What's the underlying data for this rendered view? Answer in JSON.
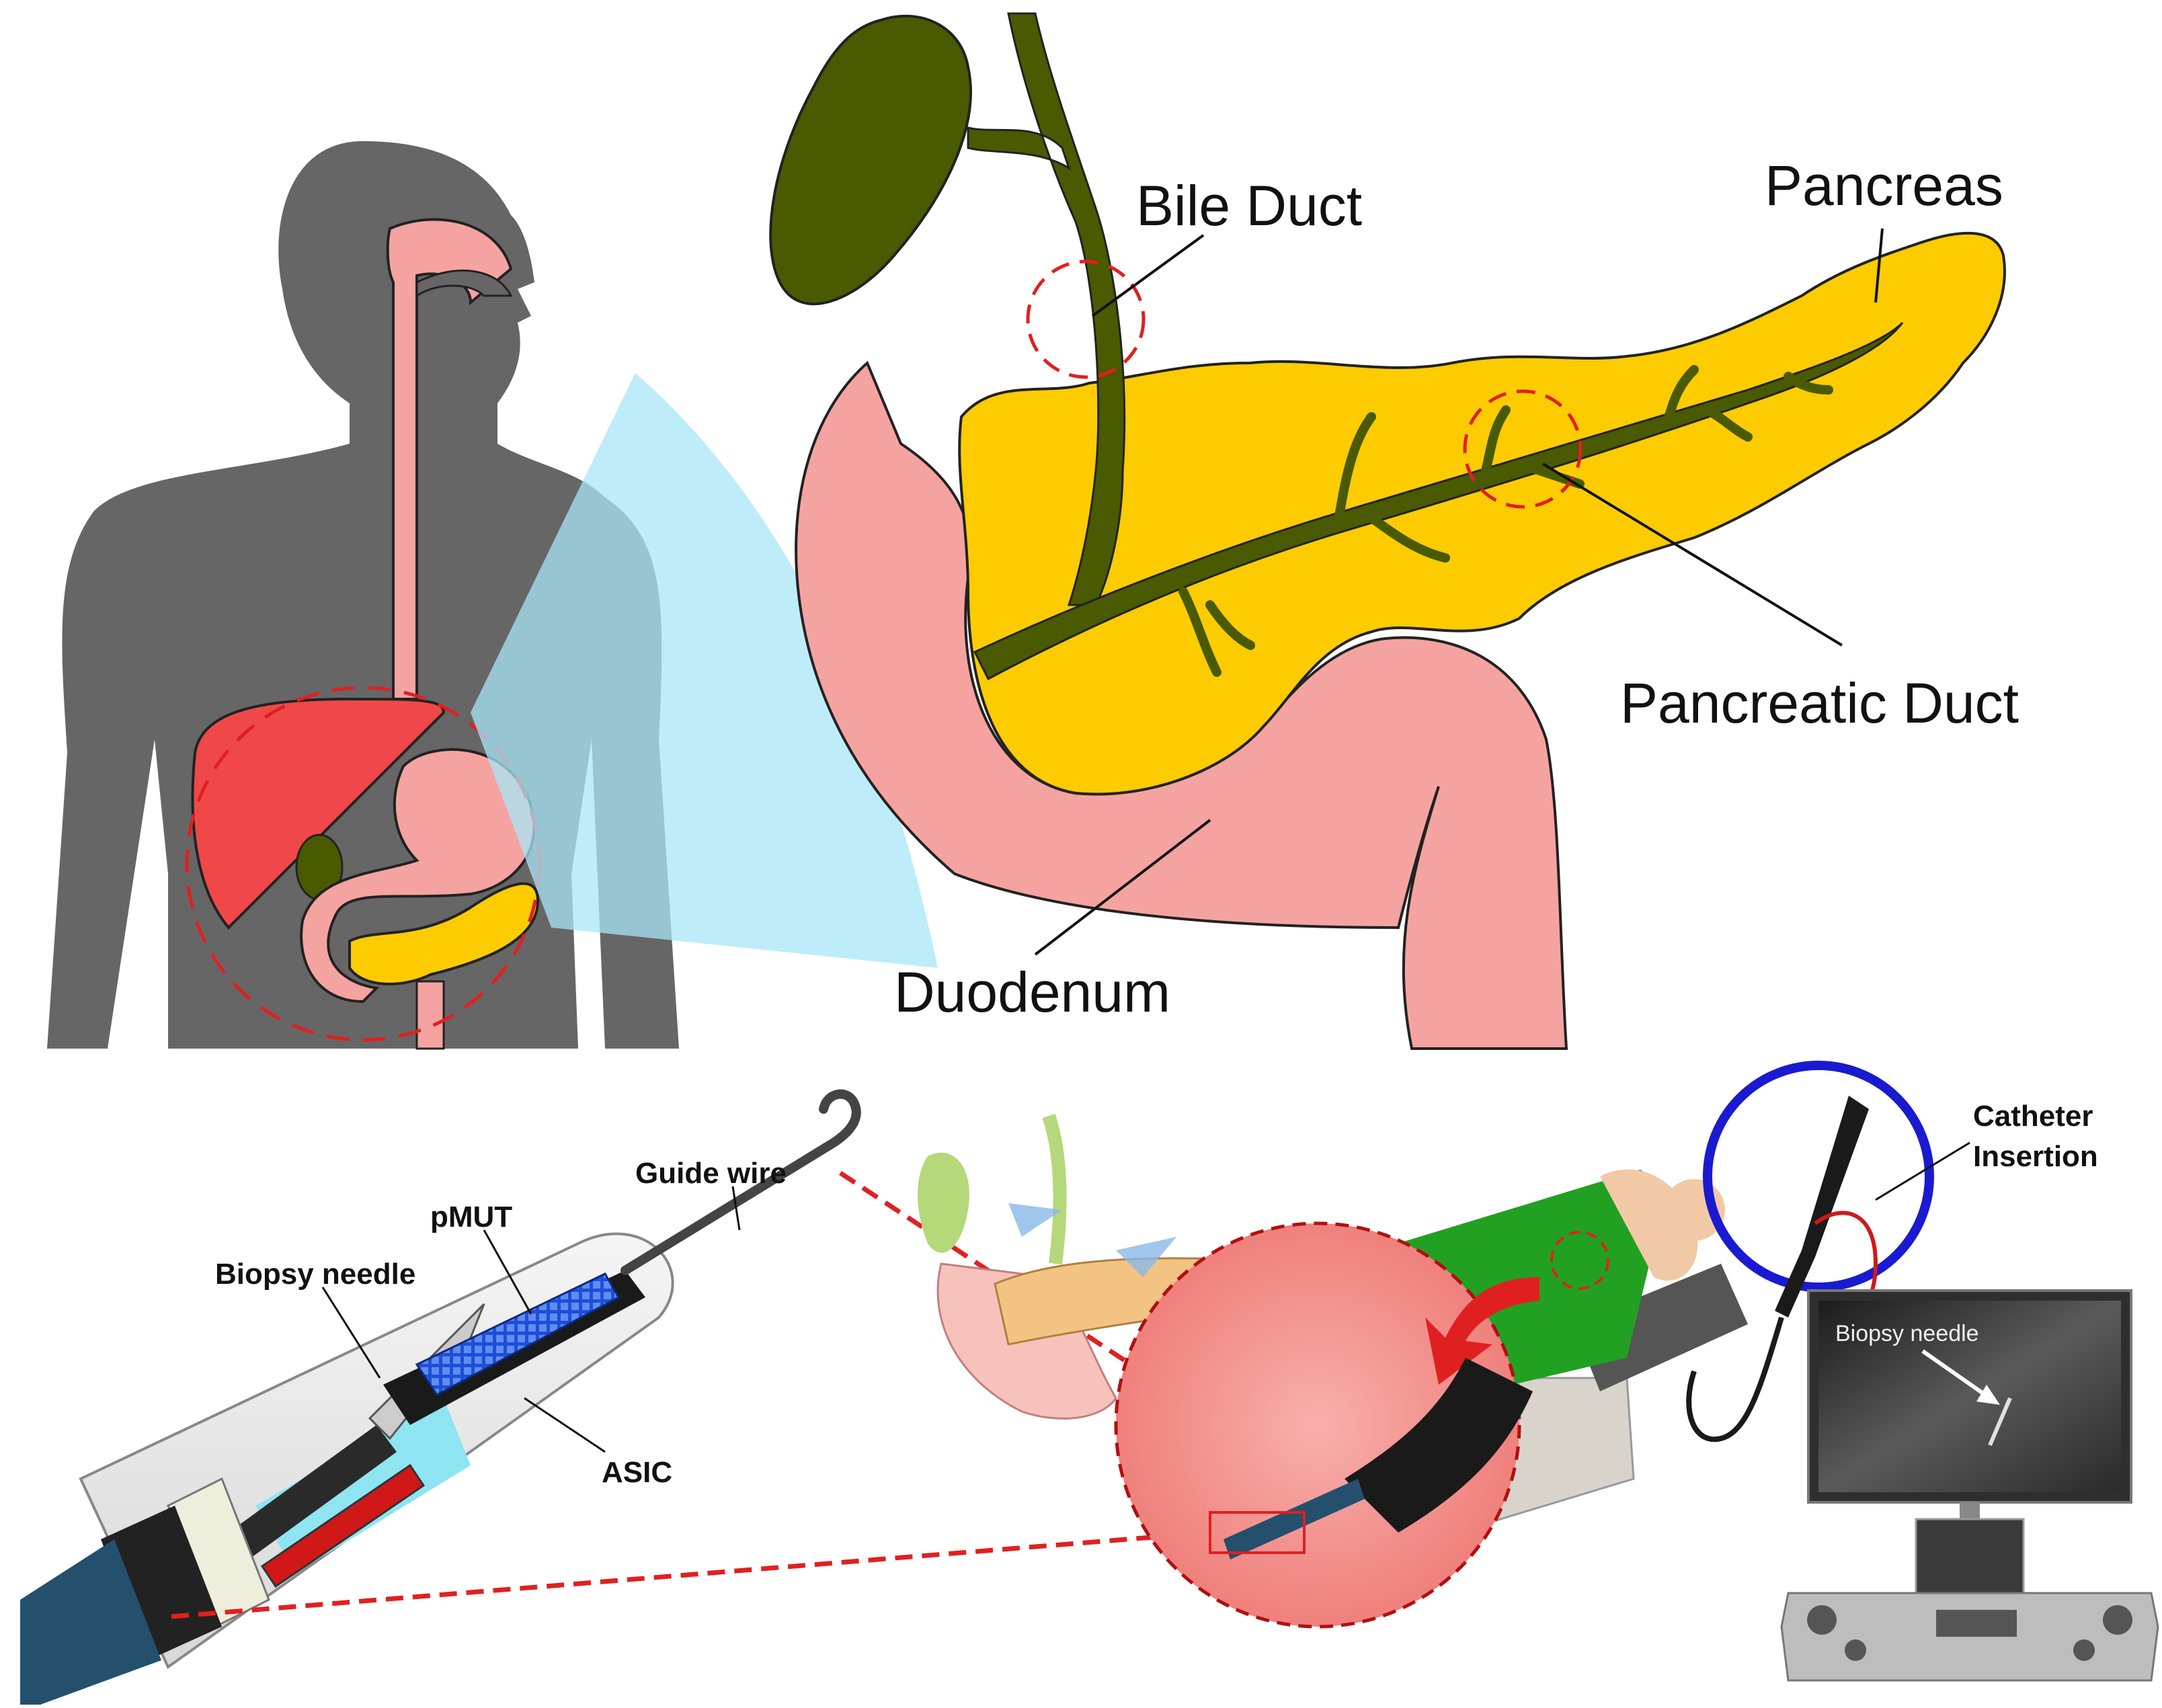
{
  "labels": {
    "bile_duct": "Bile Duct",
    "pancreas": "Pancreas",
    "pancreatic_duct": "Pancreatic Duct",
    "duodenum": "Duodenum",
    "guide_wire": "Guide wire",
    "pmut": "pMUT",
    "biopsy_needle": "Biopsy needle",
    "asic": "ASIC",
    "catheter_insertion_line1": "Catheter",
    "catheter_insertion_line2": "Insertion",
    "screen_biopsy_needle": "Biopsy needle"
  },
  "colors": {
    "body_silhouette": "#666666",
    "digestive_tract": "#f4a3a0",
    "liver": "#f04848",
    "pancreas": "#fccc00",
    "duct": "#495a00",
    "gallbladder": "#495a00",
    "view_cone": "#a8e6f7",
    "highlight_circle": "#e02020",
    "catheter_circle": "#1a1ad0",
    "table_cover": "#22a022",
    "pmut_array": "#1e4fd8",
    "catheter_shaft": "#24506e"
  }
}
